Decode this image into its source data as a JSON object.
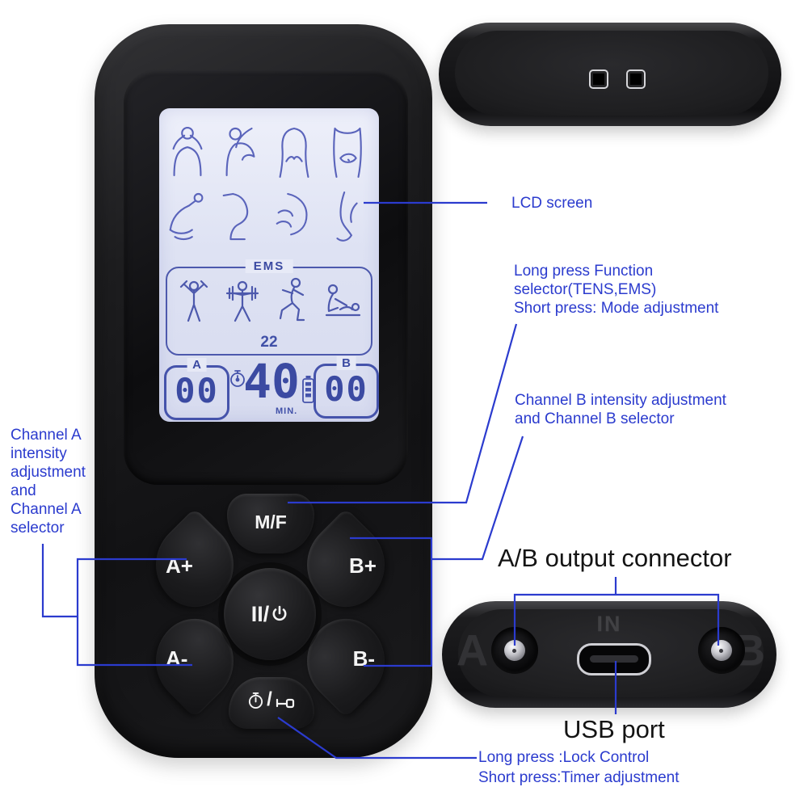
{
  "colors": {
    "accent_blue": "#2b3bce",
    "label_black": "#141414",
    "lcd_bg": "#dee2f3",
    "lcd_ink": "#3b4aa2",
    "device_black": "#1b1b1d"
  },
  "main_device": {
    "lcd": {
      "body_icon_names": [
        "neck-shoulders-icon",
        "shoulder-stretch-icon",
        "lower-back-icon",
        "abdomen-icon",
        "elbow-arm-icon",
        "knee-leg-icon",
        "hip-massage-icon",
        "foot-ankle-icon"
      ],
      "ems": {
        "label": "EMS",
        "icon_names": [
          "arms-raise-dumbbells-icon",
          "barbell-lift-icon",
          "running-icon",
          "massage-table-icon"
        ],
        "mode_number": "22"
      },
      "channel_a": {
        "label": "A",
        "value": "00"
      },
      "timer": {
        "value": "40",
        "unit": "MIN."
      },
      "battery_icon": "battery-icon",
      "clock_icon": "stopwatch-icon",
      "channel_b": {
        "label": "B",
        "value": "00"
      }
    },
    "buttons": {
      "mode_function": "M/F",
      "a_plus": "A+",
      "b_plus": "B+",
      "pause_power": "II/",
      "power_icon": "power-icon",
      "a_minus": "A-",
      "b_minus": "B-",
      "timer_lock_icons": [
        "stopwatch-icon",
        "slash",
        "lock-key-icon"
      ],
      "timer_lock_slash": "/"
    }
  },
  "bottom_view": {
    "channel_a_label": "A",
    "in_label": "IN",
    "channel_b_label": "B"
  },
  "callouts": {
    "lcd_screen": "LCD screen",
    "function_selector": "Long press Function\nselector(TENS,EMS)\nShort press: Mode adjustment",
    "channel_b": "Channel B intensity adjustment\nand Channel B selector",
    "channel_a": "Channel A\nintensity\nadjustment\nand\nChannel A\nselector",
    "ab_output": "A/B output connector",
    "usb_port": "USB port",
    "timer_lock": "Long press :Lock Control\nShort press:Timer adjustment"
  }
}
